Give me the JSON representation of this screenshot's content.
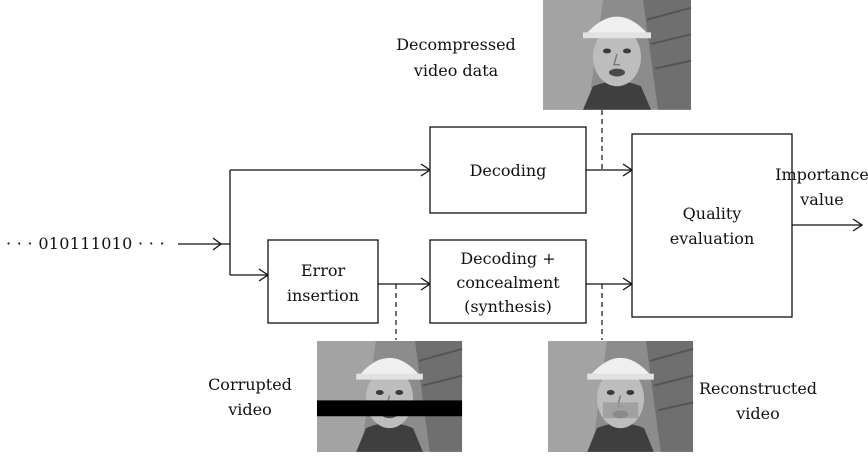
{
  "input_bitstream": "· · · 010111010 · · ·",
  "blocks": {
    "decoding": "Decoding",
    "error_insertion": [
      "Error",
      "insertion"
    ],
    "decoding_concealment": [
      "Decoding +",
      "concealment",
      "(synthesis)"
    ],
    "quality_evaluation": [
      "Quality",
      "evaluation"
    ]
  },
  "output_label": [
    "Importance",
    "value"
  ],
  "images": {
    "decompressed": {
      "caption": [
        "Decompressed",
        "video data"
      ]
    },
    "corrupted": {
      "caption": [
        "Corrupted",
        "video"
      ]
    },
    "reconstructed": {
      "caption": [
        "Reconstructed",
        "video"
      ]
    }
  }
}
